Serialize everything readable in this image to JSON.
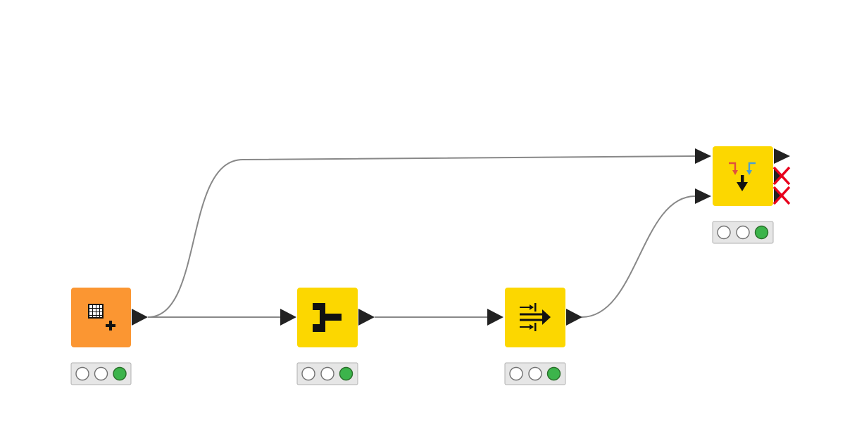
{
  "colors": {
    "source_node": "#fb9632",
    "manipulator_node": "#fcd700",
    "connection": "#888888",
    "port": "#222222",
    "status_executed": "#3cb44b",
    "inactive_port": "#e8001c"
  },
  "nodes": [
    {
      "id": "node-1",
      "kind": "source",
      "icon": "table-creator-icon",
      "status": [
        "off",
        "off",
        "executed"
      ]
    },
    {
      "id": "node-2",
      "kind": "manipulator",
      "icon": "column-splitter-icon",
      "status": [
        "off",
        "off",
        "executed"
      ]
    },
    {
      "id": "node-3",
      "kind": "manipulator",
      "icon": "column-resorter-icon",
      "status": [
        "off",
        "off",
        "executed"
      ]
    },
    {
      "id": "node-4",
      "kind": "manipulator",
      "icon": "joiner-icon",
      "status": [
        "off",
        "off",
        "executed"
      ]
    }
  ],
  "connections": [
    {
      "from": "node-1",
      "to": "node-2"
    },
    {
      "from": "node-2",
      "to": "node-3"
    },
    {
      "from": "node-1",
      "to": "node-4"
    },
    {
      "from": "node-3",
      "to": "node-4"
    }
  ]
}
